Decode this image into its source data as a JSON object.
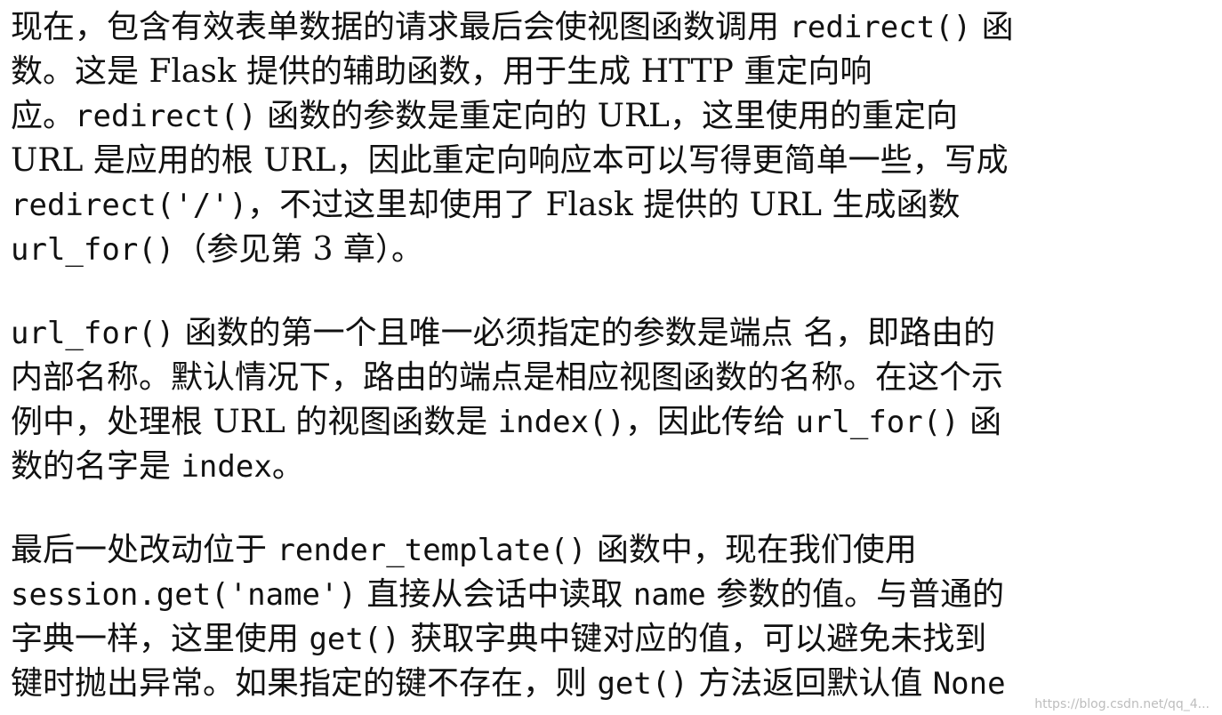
{
  "paragraphs": [
    {
      "lines": [
        [
          {
            "t": "现在，包含有效表单数据的请求最后会使视图函数调用 "
          },
          {
            "c": "redirect()"
          },
          {
            "t": " 函"
          }
        ],
        [
          {
            "t": "数。这是 Flask 提供的辅助函数，用于生成 HTTP 重定向响"
          }
        ],
        [
          {
            "t": "应。"
          },
          {
            "c": "redirect()"
          },
          {
            "t": " 函数的参数是重定向的 URL，这里使用的重定向"
          }
        ],
        [
          {
            "t": "URL 是应用的根 URL，因此重定向响应本可以写得更简单一些，写成"
          }
        ],
        [
          {
            "c": "redirect('/')"
          },
          {
            "t": "，不过这里却使用了 Flask 提供的 URL 生成函数"
          }
        ],
        [
          {
            "c": "url_for()"
          },
          {
            "t": "（参见第 3 章）。"
          }
        ]
      ]
    },
    {
      "lines": [
        [
          {
            "c": "url_for()"
          },
          {
            "t": " 函数的第一个且唯一必须指定的参数是端点 名，即路由的"
          }
        ],
        [
          {
            "t": "内部名称。默认情况下，路由的端点是相应视图函数的名称。在这个示"
          }
        ],
        [
          {
            "t": "例中，处理根 URL 的视图函数是 "
          },
          {
            "c": "index()"
          },
          {
            "t": "，因此传给 "
          },
          {
            "c": "url_for()"
          },
          {
            "t": " 函"
          }
        ],
        [
          {
            "t": "数的名字是 "
          },
          {
            "c": "index"
          },
          {
            "t": "。"
          }
        ]
      ]
    },
    {
      "lines": [
        [
          {
            "t": "最后一处改动位于 "
          },
          {
            "c": "render_template()"
          },
          {
            "t": " 函数中，现在我们使用"
          }
        ],
        [
          {
            "c": "session.get('name')"
          },
          {
            "t": " 直接从会话中读取 "
          },
          {
            "c": "name"
          },
          {
            "t": " 参数的值。与普通的"
          }
        ],
        [
          {
            "t": "字典一样，这里使用 "
          },
          {
            "c": "get()"
          },
          {
            "t": " 获取字典中键对应的值，可以避免未找到"
          }
        ],
        [
          {
            "t": "键时抛出异常。如果指定的键不存在，则 "
          },
          {
            "c": "get()"
          },
          {
            "t": " 方法返回默认值 "
          },
          {
            "c": "None"
          }
        ]
      ]
    }
  ],
  "watermark": "https://blog.csdn.net/qq_4..."
}
